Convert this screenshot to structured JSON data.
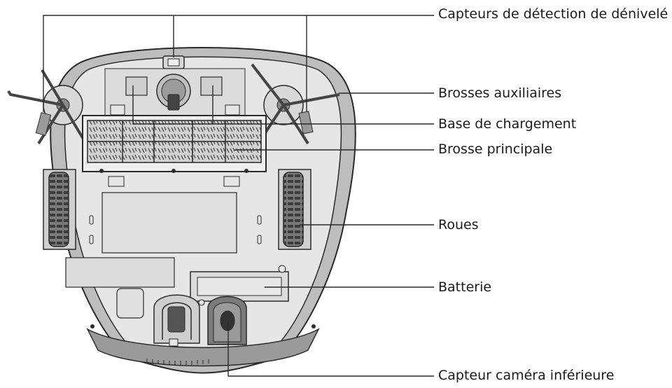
{
  "callouts": {
    "cliff_sensors": "Capteurs de détection de dénivelé",
    "side_brushes": "Brosses auxiliaires",
    "charging_base": "Base de chargement",
    "main_brush": "Brosse principale",
    "wheels": "Roues",
    "battery": "Batterie",
    "bottom_camera": "Capteur caméra inférieure"
  },
  "colors": {
    "line": "#2a2a2a",
    "body_fill": "#e6e6e6",
    "rim_fill": "#bdbdbd",
    "dark_part": "#555555"
  }
}
